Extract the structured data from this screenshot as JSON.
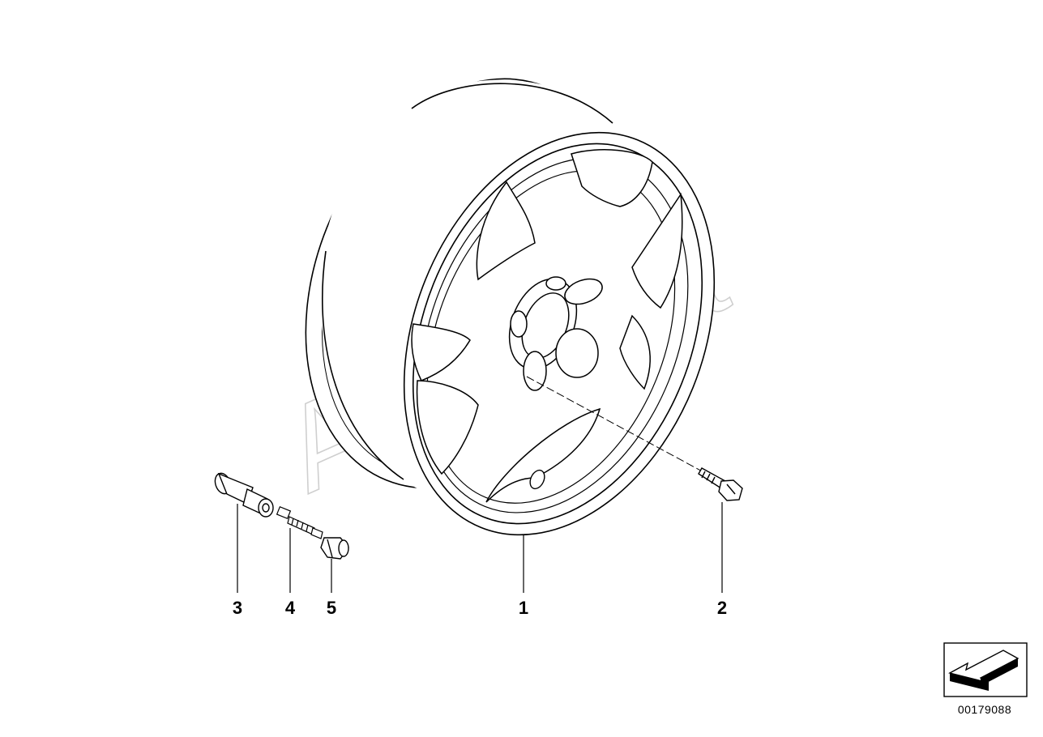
{
  "diagram": {
    "callouts": {
      "c1": "1",
      "c2": "2",
      "c3": "3",
      "c4": "4",
      "c5": "5"
    },
    "diagram_number": "00179088",
    "watermark": "AutoSoft"
  },
  "colors": {
    "line": "#000000",
    "background": "#ffffff",
    "watermark": "#cfcfcf"
  },
  "icons": {
    "navigation": "arrow-down-left-icon"
  }
}
